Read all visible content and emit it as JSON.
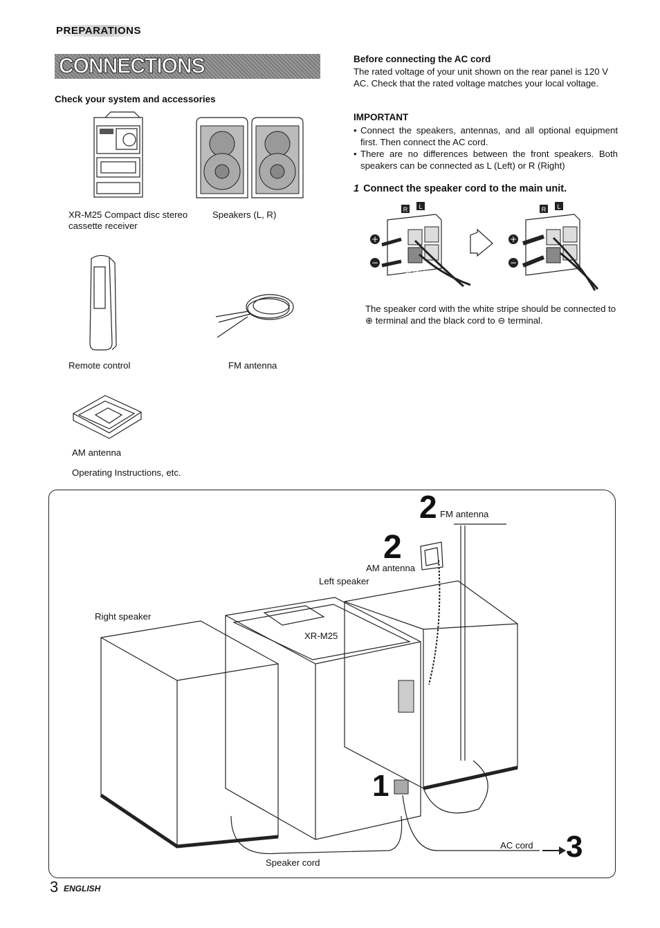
{
  "header": {
    "section_tag": "PREPARATIONS",
    "title": "CONNECTIONS"
  },
  "check": {
    "heading": "Check your system and accessories",
    "items": [
      {
        "label": "XR-M25 Compact disc stereo cassette receiver"
      },
      {
        "label": "Speakers (L, R)"
      },
      {
        "label": "Remote control"
      },
      {
        "label": "FM antenna"
      },
      {
        "label": "AM antenna"
      }
    ],
    "extra": "Operating Instructions, etc."
  },
  "ac_cord": {
    "heading": "Before connecting the AC cord",
    "text": "The rated voltage of your unit shown on the rear panel is 120 V AC. Check that the rated voltage matches your local voltage."
  },
  "important": {
    "heading": "IMPORTANT",
    "bullets": [
      "Connect the speakers, antennas, and all optional equipment first. Then connect the AC cord.",
      "There are no differences between the front speakers. Both speakers can be connected as L (Left) or R (Right)"
    ]
  },
  "step1": {
    "number": "1",
    "heading": "Connect the speaker cord to the main unit.",
    "text": "The speaker cord with the white stripe should be connected to ⊕ terminal and the black cord to ⊖ terminal.",
    "terminal_r": "R",
    "terminal_l": "L",
    "plate_text": "SPEAKERS"
  },
  "diagram": {
    "fm_num": "2",
    "fm_label": "FM antenna",
    "am_num": "2",
    "am_label": "AM antenna",
    "left_speaker": "Left speaker",
    "right_speaker": "Right speaker",
    "unit": "XR-M25",
    "step1_num": "1",
    "speaker_cord": "Speaker cord",
    "ac_cord": "AC cord",
    "step3_num": "3"
  },
  "footer": {
    "page": "3",
    "lang": "ENGLISH"
  }
}
